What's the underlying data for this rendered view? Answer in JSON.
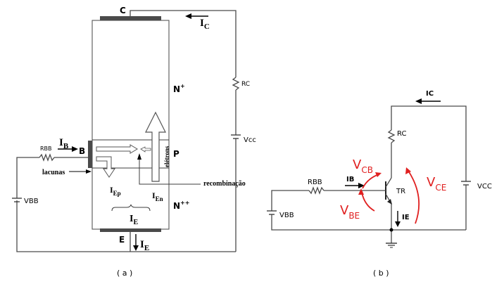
{
  "figure_a": {
    "caption": "( a )",
    "collector": "C",
    "base": "B",
    "emitter": "E",
    "region_collector": "N",
    "region_collector_sup": "+",
    "region_base": "P",
    "region_emitter": "N",
    "region_emitter_sup": "++",
    "current_ic": "I",
    "current_ic_sub": "C",
    "current_ib": "I",
    "current_ib_sub": "B",
    "current_ie": "I",
    "current_ie_sub": "E",
    "current_ie_bottom": "I",
    "current_ie_bottom_sub": "E",
    "current_iep": "I",
    "current_iep_sub": "Ep",
    "current_ien": "I",
    "current_ien_sub": "En",
    "rbb": "RBB",
    "vbb": "VBB",
    "rc": "RC",
    "vcc": "Vcc",
    "holes": "lacunas",
    "electrons": "elétrons",
    "recombination": "recombinação"
  },
  "figure_b": {
    "caption": "( b )",
    "ic": "IC",
    "rc": "RC",
    "rbb": "RBB",
    "ib": "IB",
    "tr": "TR",
    "ie": "IE",
    "vbb": "VBB",
    "vcc": "VCC",
    "vcb": "V",
    "vcb_sub": "CB",
    "vbe": "V",
    "vbe_sub": "BE",
    "vce": "V",
    "vce_sub": "CE"
  },
  "colors": {
    "annotation_red": "#e02020",
    "wire": "#4a4a4a"
  }
}
